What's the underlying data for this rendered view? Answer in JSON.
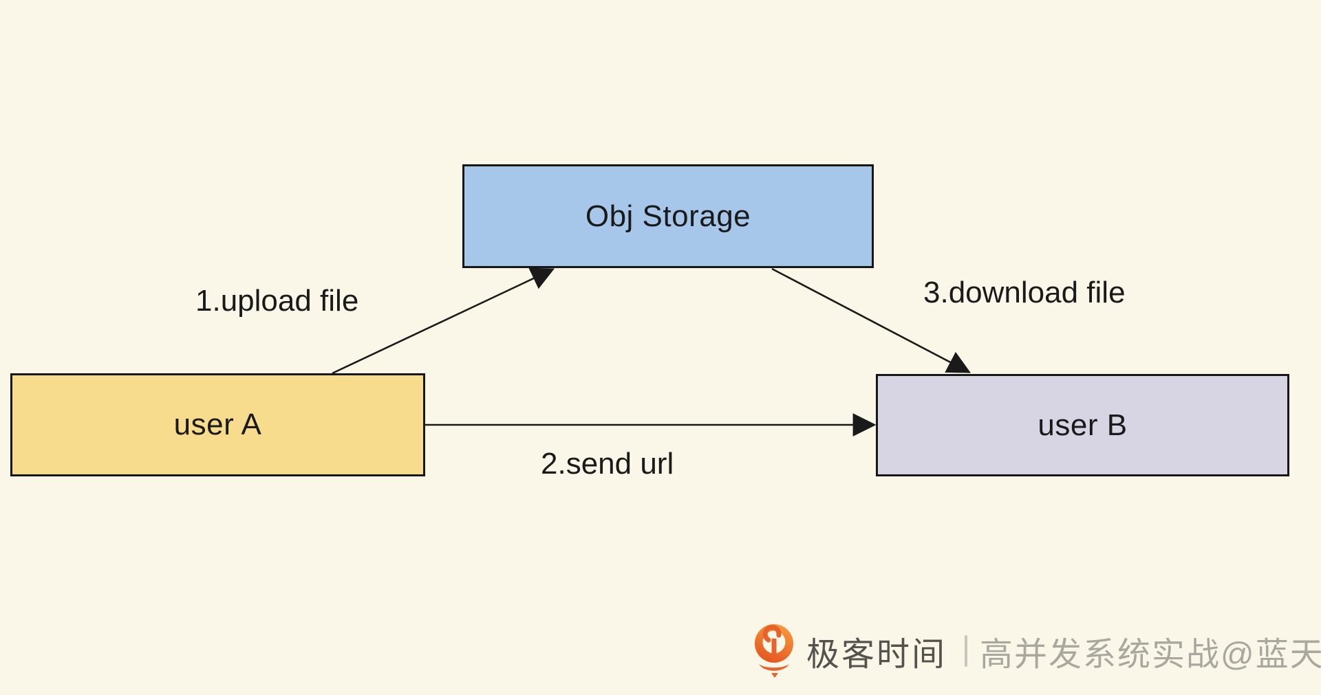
{
  "background_color": "#faf7e9",
  "diagram": {
    "nodes": [
      {
        "id": "obj_storage",
        "label": "Obj Storage",
        "fill": "#a6c7e9",
        "border": "#161616"
      },
      {
        "id": "user_a",
        "label": "user A",
        "fill": "#f8dc8d",
        "border": "#161616"
      },
      {
        "id": "user_b",
        "label": "user B",
        "fill": "#d7d5e3",
        "border": "#161616"
      }
    ],
    "edges": [
      {
        "id": "upload",
        "label": "1.upload file",
        "from": "user_a",
        "to": "obj_storage"
      },
      {
        "id": "send_url",
        "label": "2.send url",
        "from": "user_a",
        "to": "user_b"
      },
      {
        "id": "download",
        "label": "3.download file",
        "from": "obj_storage",
        "to": "user_b"
      }
    ],
    "arrow_color": "#1a1a1a",
    "text_color": "#1a1a1a"
  },
  "footer": {
    "logo_name": "geek-time-logo",
    "logo_color": "#ec6c2b",
    "brand": "极客时间",
    "brand_color": "#55524e",
    "separator_color": "#c8c5bb",
    "credit": "高并发系统实战@蓝天",
    "credit_color": "#aaa79e"
  }
}
